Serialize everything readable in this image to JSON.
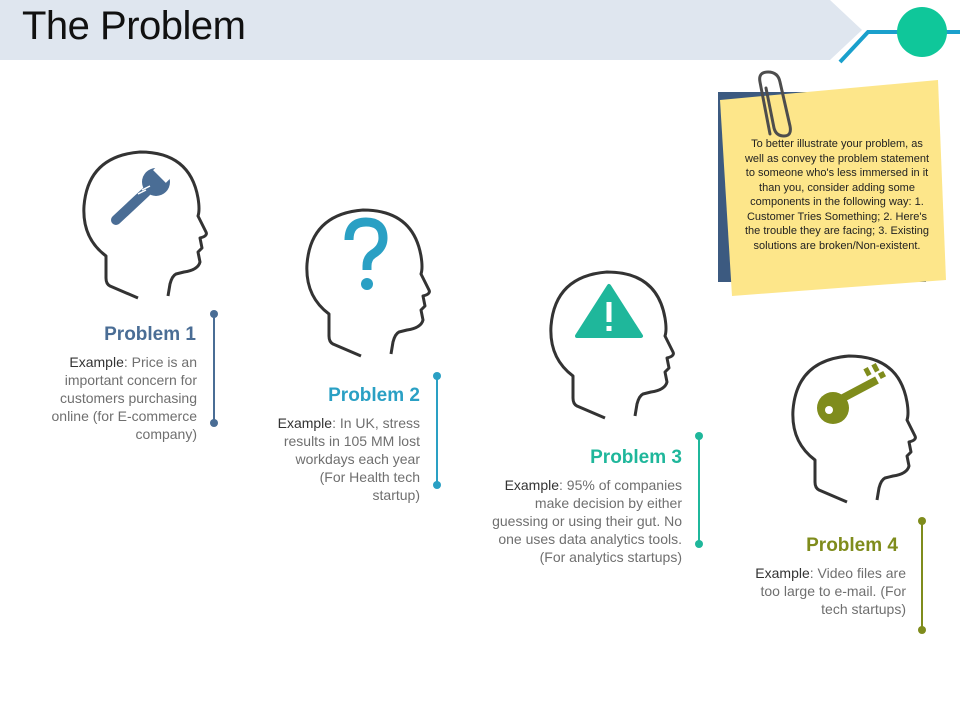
{
  "slide": {
    "title": "The Problem"
  },
  "note": {
    "text": "To better illustrate your problem, as well as convey the problem statement to someone who's less immersed in it than you, consider adding some components in the following way: 1. Customer Tries Something; 2. Here's the trouble they are facing; 3. Existing solutions are broken/Non-existent."
  },
  "problems": [
    {
      "title": "Problem 1",
      "example_label": "Example",
      "description": ": Price is an important concern for customers purchasing online (for E-commerce company)",
      "icon": "wrench-icon",
      "color": "#4a6d95"
    },
    {
      "title": "Problem 2",
      "example_label": "Example",
      "description": ": In UK, stress results in 105 MM lost workdays each year (For Health tech startup)",
      "icon": "question-mark-icon",
      "color": "#2aa0c4"
    },
    {
      "title": "Problem 3",
      "example_label": "Example",
      "description": ": 95% of companies make decision by either guessing or using their gut. No one uses data analytics tools. (For analytics startups)",
      "icon": "warning-icon",
      "color": "#1fb79b"
    },
    {
      "title": "Problem 4",
      "example_label": "Example",
      "description": ": Video files are too large to e-mail. (For tech startups)",
      "icon": "key-icon",
      "color": "#7f8c1c"
    }
  ],
  "colors": {
    "title_band": "#dfe6ef",
    "accent_circle": "#0fc79a",
    "accent_line": "#1aa0cc",
    "note_yellow": "#fde68a",
    "note_backing": "#3c5a80"
  }
}
